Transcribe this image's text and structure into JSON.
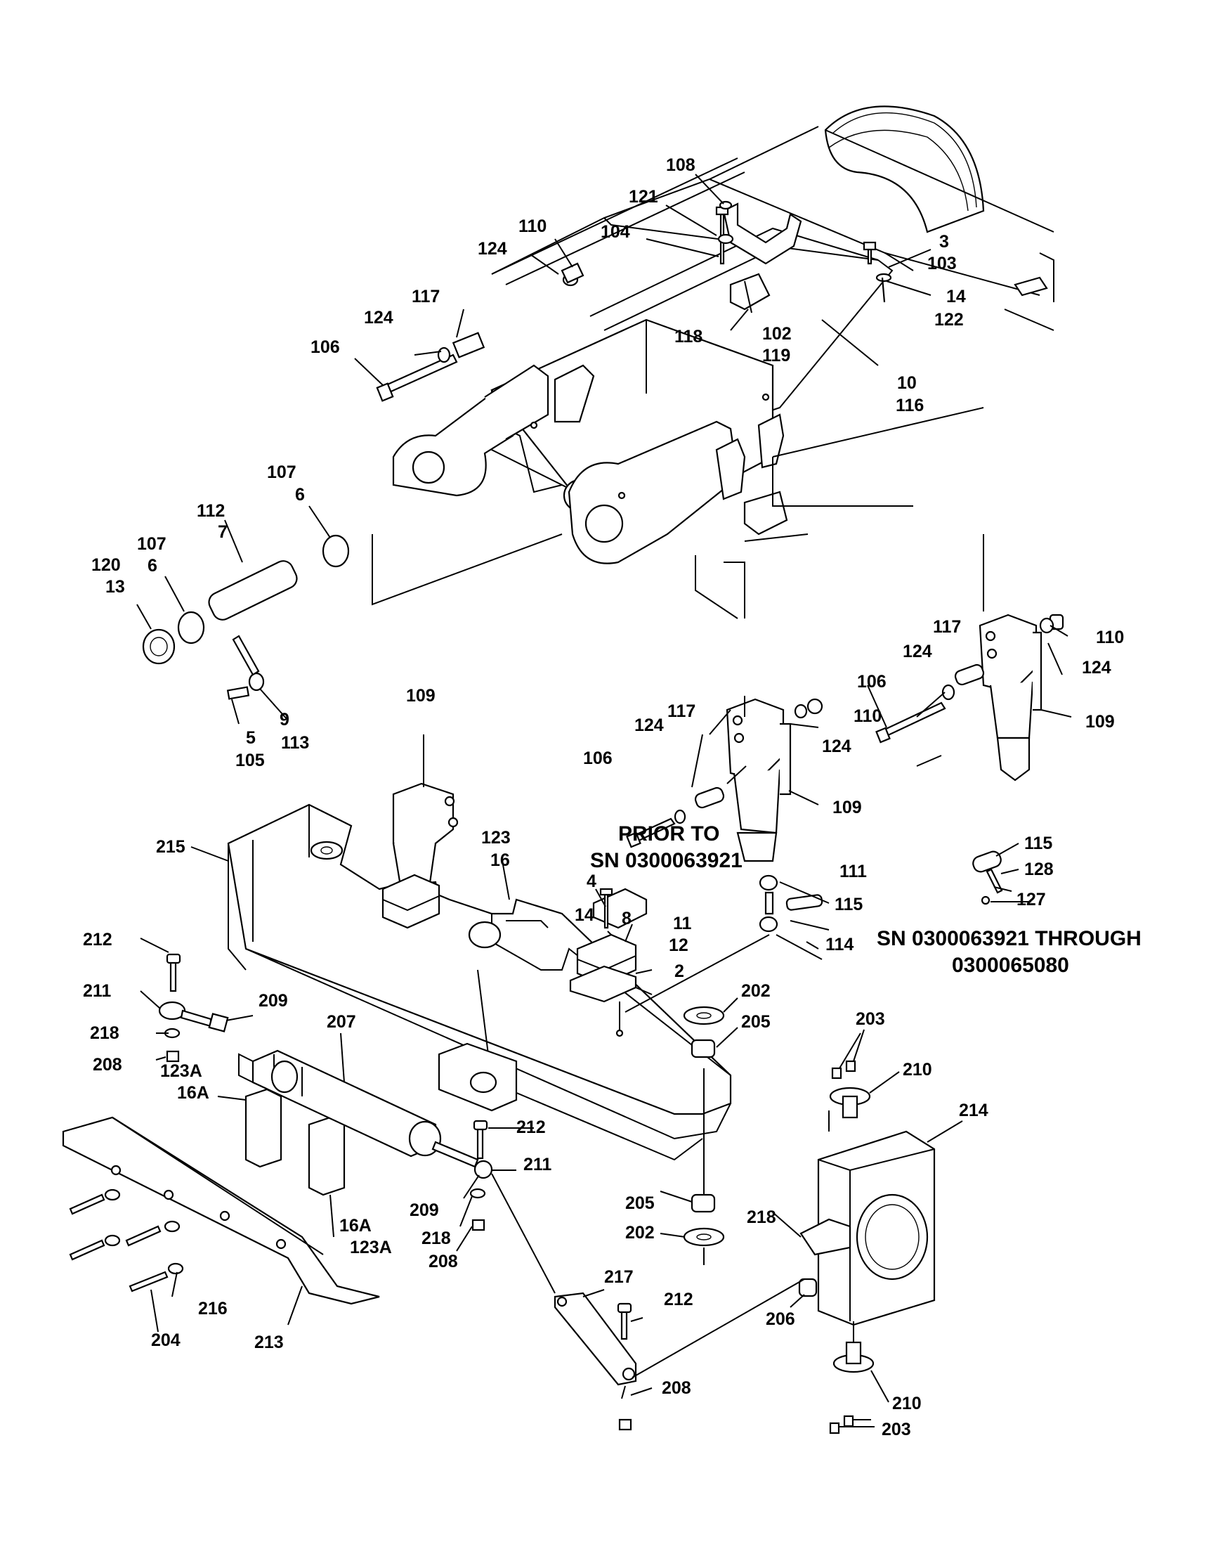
{
  "labels": {
    "l108": "108",
    "l121": "121",
    "l110a": "110",
    "l104": "104",
    "l124a": "124",
    "l3": "3",
    "l103": "103",
    "l14a": "14",
    "l122": "122",
    "l117a": "117",
    "l124b": "124",
    "l106a": "106",
    "l118": "118",
    "l102": "102",
    "l119": "119",
    "l10": "10",
    "l116": "116",
    "l107a": "107",
    "l6a": "6",
    "l112": "112",
    "l7": "7",
    "l107b": "107",
    "l6b": "6",
    "l120": "120",
    "l13": "13",
    "l5": "5",
    "l105": "105",
    "l9": "9",
    "l113": "113",
    "l109a": "109",
    "l117b": "117",
    "l110b": "110",
    "l124c": "124",
    "l124d": "124",
    "l106b": "106",
    "l109b": "109",
    "l117c": "117",
    "l124e": "124",
    "l110c": "110",
    "l124f": "124",
    "l106c": "106",
    "l109c": "109",
    "l215": "215",
    "l123": "123",
    "l16": "16",
    "l4": "4",
    "l111": "111",
    "l115a": "115",
    "l128": "128",
    "l127": "127",
    "l14b": "14",
    "l8": "8",
    "l11": "11",
    "l12": "12",
    "l2": "2",
    "l115b": "115",
    "l114": "114",
    "l212a": "212",
    "l211a": "211",
    "l209a": "209",
    "l218a": "218",
    "l208a": "208",
    "l207": "207",
    "l123a1": "123A",
    "l16a1": "16A",
    "l202a": "202",
    "l205a": "205",
    "l203a": "203",
    "l210a": "210",
    "l214": "214",
    "l212b": "212",
    "l211b": "211",
    "l209b": "209",
    "l218b": "218",
    "l208b": "208",
    "l16a2": "16A",
    "l123a2": "123A",
    "l205b": "205",
    "l202b": "202",
    "l218c": "218",
    "l206": "206",
    "l217": "217",
    "l212c": "212",
    "l216": "216",
    "l204": "204",
    "l213": "213",
    "l208c": "208",
    "l210b": "210",
    "l203b": "203"
  },
  "notes": {
    "prior_line1": "PRIOR TO",
    "prior_line2": "SN 0300063921",
    "range_line1": "SN 0300063921 THROUGH",
    "range_line2": "0300065080"
  }
}
